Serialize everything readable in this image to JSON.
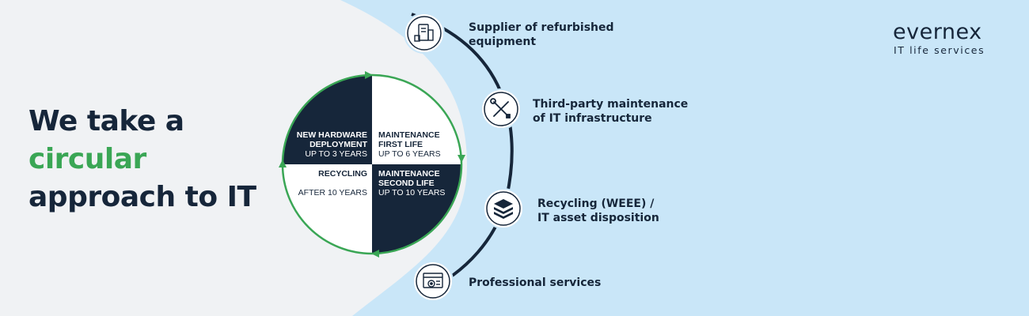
{
  "headline": {
    "line1": "We take a",
    "accent": "circular",
    "line3": "approach to IT"
  },
  "logo": {
    "brand": "evernex",
    "tagline": "IT life services"
  },
  "cycle": {
    "q1": {
      "title_line1": "NEW HARDWARE",
      "title_line2": "DEPLOYMENT",
      "sub": "UP TO 3 YEARS"
    },
    "q2": {
      "title_line1": "MAINTENANCE",
      "title_line2": "FIRST LIFE",
      "sub": "UP TO 6 YEARS"
    },
    "q3": {
      "title_line1": "RECYCLING",
      "sub": "AFTER 10 YEARS"
    },
    "q4": {
      "title_line1": "MAINTENANCE",
      "title_line2": "SECOND LIFE",
      "sub": "UP TO 10 YEARS"
    }
  },
  "services": [
    {
      "line1": "Supplier of refurbished",
      "line2": "equipment",
      "icon": "server-rack-icon"
    },
    {
      "line1": "Third-party maintenance",
      "line2": "of IT infrastructure",
      "icon": "tools-icon"
    },
    {
      "line1": "Recycling (WEEE) /",
      "line2": "IT asset disposition",
      "icon": "recycle-stack-icon"
    },
    {
      "line1": "Professional services",
      "line2": "",
      "icon": "browser-settings-icon"
    }
  ],
  "colors": {
    "navy": "#16263a",
    "green": "#3aa655",
    "light_blue": "#c9e6f8",
    "grey_bg": "#f0f2f4"
  }
}
